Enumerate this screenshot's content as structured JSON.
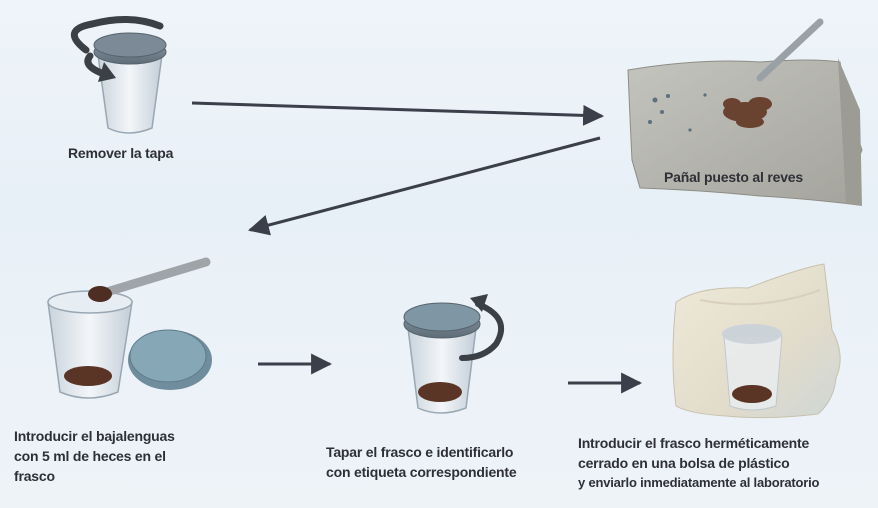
{
  "steps": {
    "remove_lid": {
      "label": "Remover la tapa"
    },
    "diaper": {
      "label": "Pañal puesto al reves"
    },
    "insert_spatula": {
      "lines": [
        "Introducir el bajalenguas",
        "con 5 ml de heces en el",
        "frasco"
      ]
    },
    "cap_jar": {
      "lines": [
        "Tapar el frasco e identificarlo",
        "con etiqueta correspondiente"
      ]
    },
    "bag_jar": {
      "lines": [
        "Introducir el frasco herméticamente",
        "cerrado en una bolsa de plástico",
        "y enviarlo inmediatamente al laboratorio"
      ]
    }
  },
  "colors": {
    "arrow": "#3a3f4a",
    "jar_glass": "#dfe7ee",
    "lid": "#6f7f8c",
    "lid_teal": "#7fa2b3",
    "stool": "#5a3424",
    "diaper": "#b9b9b3",
    "text": "#2e3036"
  }
}
